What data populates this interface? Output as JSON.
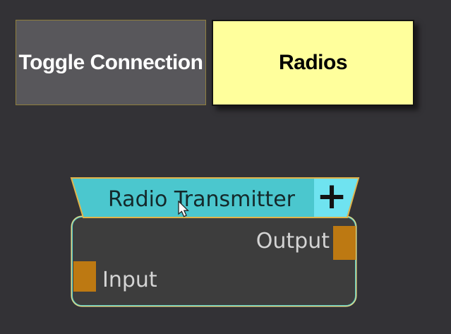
{
  "colors": {
    "bg": "#333236",
    "button_gray": "#58575b",
    "button_gray_border": "#8f7f3d",
    "button_yellow": "#ffff9c",
    "button_text_light": "#ffffff",
    "button_text_dark": "#000000",
    "header_cyan": "#4bc7ce",
    "header_cyan_light": "#6fe3f0",
    "gold_outline": "#e2b44a",
    "node_body": "#3d3d3d",
    "node_border_inner": "#52cbcb",
    "node_border_outer": "#d8d88a",
    "connector_orange": "#bd7912",
    "port_label": "#d4d4d4",
    "title_text": "#14292b"
  },
  "buttons": {
    "toggle_connection": "Toggle Connection",
    "radios": "Radios"
  },
  "node": {
    "title": "Radio Transmitter",
    "add_button": "+",
    "output_port": "Output",
    "input_port": "Input"
  }
}
